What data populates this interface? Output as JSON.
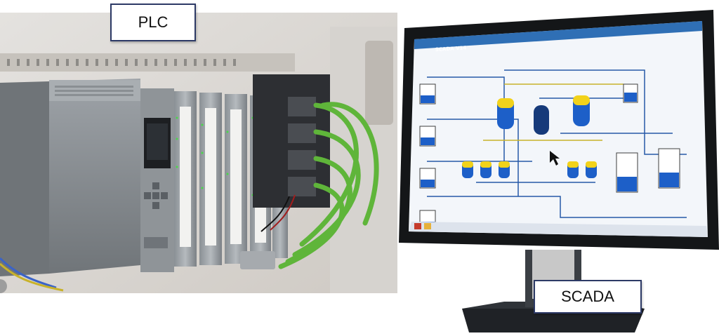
{
  "labels": {
    "plc": "PLC",
    "scada": "SCADA"
  },
  "screen": {
    "window_title": "SCADA V14"
  },
  "icons": {
    "plc_photo": "plc-rack-photo",
    "monitor": "monitor-with-scada-hmi"
  },
  "colors": {
    "label_border": "#2d3a66",
    "cable_green": "#5fb53a",
    "screen_header": "#2f6fb5",
    "tank_blue": "#1d5fc8",
    "tank_yellow": "#f2d21a"
  }
}
